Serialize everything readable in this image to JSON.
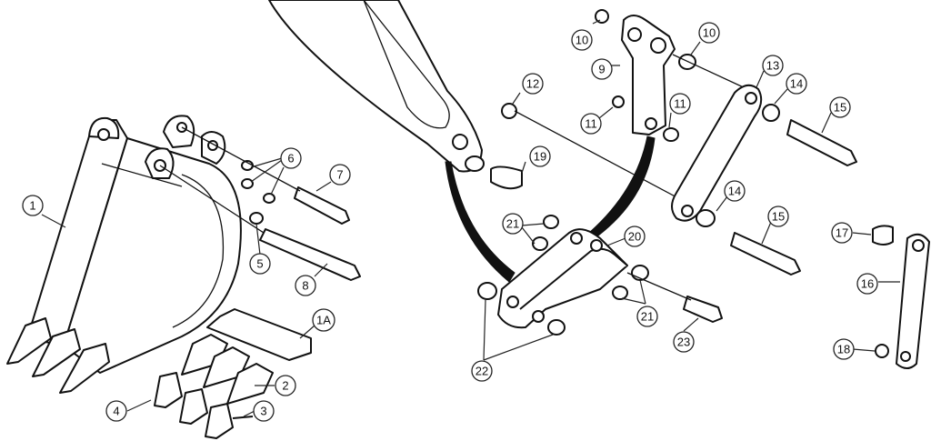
{
  "callouts": {
    "c1": "1",
    "c1a": "1A",
    "c2": "2",
    "c3": "3",
    "c4": "4",
    "c5": "5",
    "c6": "6",
    "c7": "7",
    "c8": "8",
    "c9": "9",
    "c10a": "10",
    "c10b": "10",
    "c11a": "11",
    "c11b": "11",
    "c12": "12",
    "c13": "13",
    "c14a": "14",
    "c14b": "14",
    "c15a": "15",
    "c15b": "15",
    "c16": "16",
    "c17": "17",
    "c18": "18",
    "c19": "19",
    "c20": "20",
    "c21a": "21",
    "c21b": "21",
    "c22": "22",
    "c23": "23"
  }
}
